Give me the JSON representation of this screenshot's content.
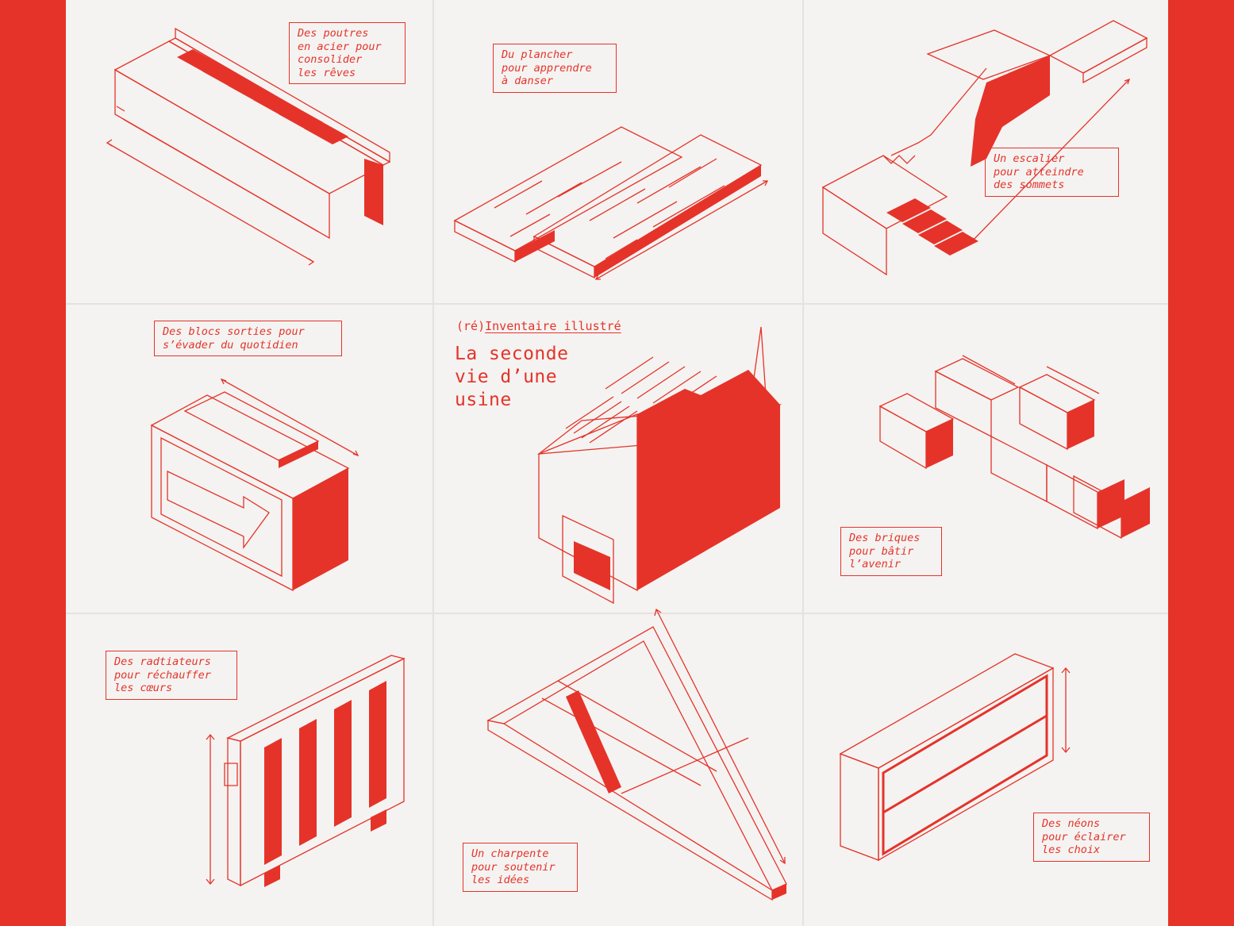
{
  "heading": {
    "kicker_prefix": "(ré)",
    "kicker": "Inventaire illustré",
    "title": "La seconde\nvie d’une\nusine"
  },
  "captions": {
    "beams": "Des poutres\nen acier pour\nconsolider\nles rêves",
    "floor": "Du plancher\npour apprendre\nà danser",
    "stairs": "Un escalier\npour atteindre\ndes sommets",
    "exits": "Des blocs sorties pour\ns’évader du quotidien",
    "bricks": "Des briques\npour bâtir\nl’avenir",
    "radiators": "Des radtiateurs\npour réchauffer\nles cœurs",
    "frame": "Un charpente\npour soutenir\nles idées",
    "neons": "Des néons\npour éclairer\nles choix"
  },
  "colors": {
    "accent": "#e5332a",
    "paper": "#f4f3f1"
  }
}
